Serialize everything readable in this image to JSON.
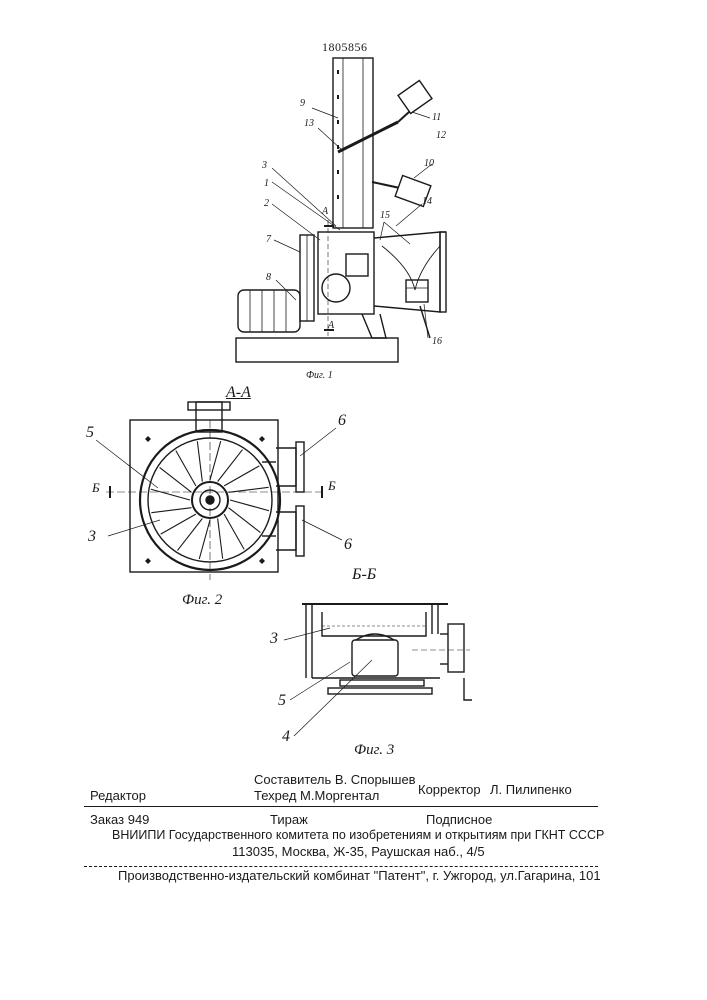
{
  "patent_number": "1805856",
  "figures": {
    "fig1": {
      "caption": "Фиг. 1",
      "callouts": [
        "9",
        "13",
        "11",
        "12",
        "10",
        "3",
        "1",
        "2",
        "7",
        "15",
        "14",
        "8",
        "16",
        "A",
        "A"
      ]
    },
    "fig2": {
      "caption": "Фиг. 2",
      "section": "А-А",
      "callouts": [
        "5",
        "3",
        "6",
        "6",
        "Б",
        "Б"
      ]
    },
    "fig3": {
      "caption": "Фиг. 3",
      "section": "Б-Б",
      "callouts": [
        "3",
        "5",
        "4"
      ]
    }
  },
  "footer": {
    "editor_label": "Редактор",
    "compiler": "Составитель В. Спорышев",
    "techred": "Техред М.Моргентал",
    "corrector_label": "Корректор",
    "corrector_name": "Л. Пилипенко",
    "order": "Заказ 949",
    "circulation": "Тираж",
    "subscription": "Подписное",
    "institute": "ВНИИПИ Государственного комитета по изобретениям и открытиям при ГКНТ СССР",
    "address": "113035, Москва, Ж-35, Раушская наб., 4/5",
    "publisher": "Производственно-издательский комбинат \"Патент\", г. Ужгород, ул.Гагарина, 101"
  }
}
